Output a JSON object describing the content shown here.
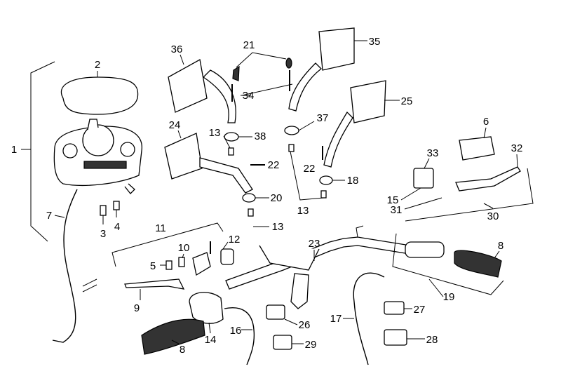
{
  "diagram": {
    "type": "exploded parts diagram",
    "labels": [
      "1",
      "2",
      "3",
      "4",
      "5",
      "6",
      "7",
      "8",
      "8",
      "9",
      "10",
      "11",
      "12",
      "13",
      "13",
      "13",
      "14",
      "15",
      "16",
      "17",
      "18",
      "19",
      "20",
      "21",
      "22",
      "22",
      "23",
      "24",
      "25",
      "26",
      "27",
      "28",
      "29",
      "30",
      "31",
      "32",
      "33",
      "34",
      "35",
      "36",
      "37",
      "38"
    ]
  }
}
